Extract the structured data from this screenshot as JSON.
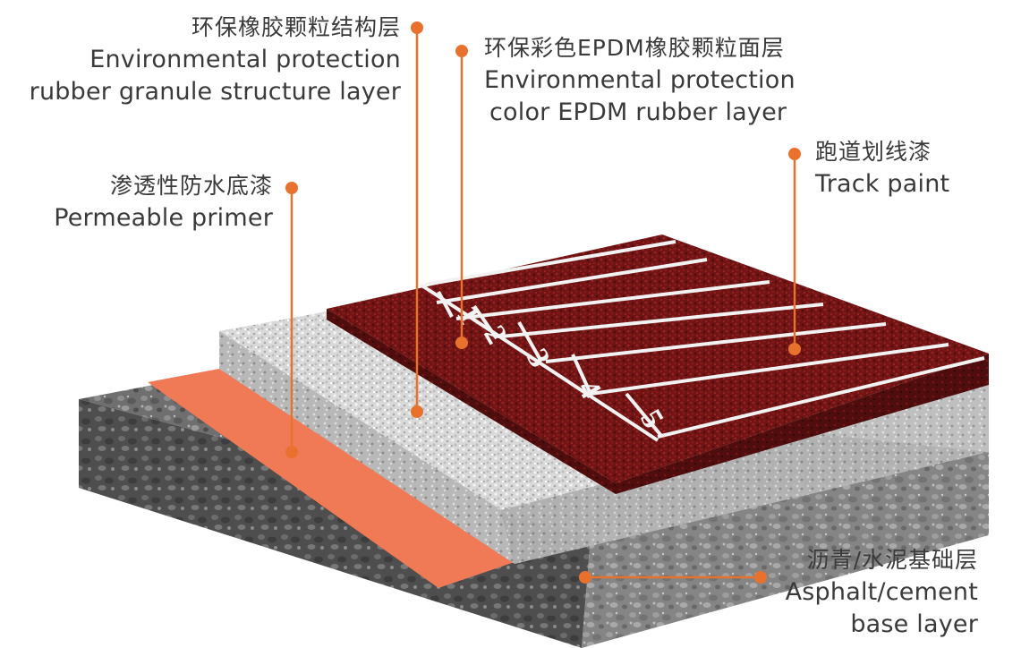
{
  "colors": {
    "accent": "#e8722d",
    "track_red": "#7a1616",
    "primer_orange": "#f07a56",
    "granule_white": "#d8d8d8",
    "base_gray": "#6e6e6e",
    "text": "#3a3a3a"
  },
  "lane_numbers": [
    "1",
    "2",
    "3",
    "4",
    "5"
  ],
  "labels": {
    "structure_layer": {
      "zh": "环保橡胶颗粒结构层",
      "en_line1": "Environmental protection",
      "en_line2": "rubber granule structure layer"
    },
    "epdm_layer": {
      "zh": "环保彩色EPDM橡胶颗粒面层",
      "en_line1": "Environmental protection",
      "en_line2": "color EPDM rubber layer"
    },
    "track_paint": {
      "zh": "跑道划线漆",
      "en_line1": "Track paint"
    },
    "primer": {
      "zh": "渗透性防水底漆",
      "en_line1": "Permeable primer"
    },
    "base_layer": {
      "zh": "沥青/水泥基础层",
      "en_line1": "Asphalt/cement",
      "en_line2": "base layer"
    }
  }
}
